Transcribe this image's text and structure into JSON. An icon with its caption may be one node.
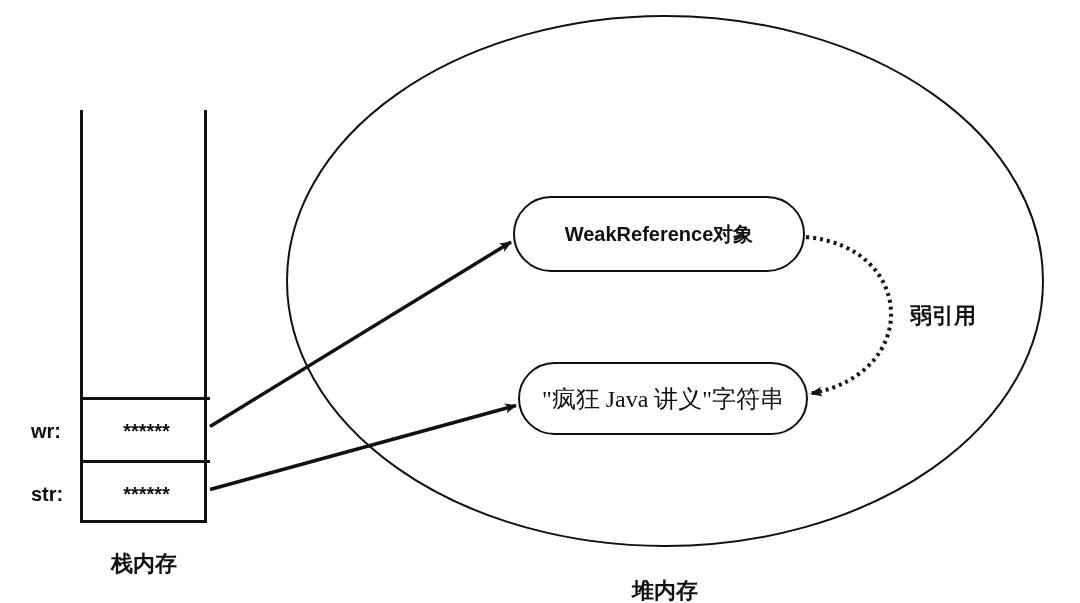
{
  "diagram": {
    "nodes": [
      {
        "text": [
          "栈内存"
        ]
      },
      {
        "text": [
          "******"
        ],
        "beside": [
          "wr:"
        ],
        "in": 0
      },
      {
        "text": [
          "******"
        ],
        "beside": [
          "str:"
        ],
        "in": 0
      },
      {
        "text": [
          "堆内存"
        ]
      },
      {
        "text": [
          "WeakReference对象"
        ],
        "in": 3
      },
      {
        "text": [
          "\"疯狂 Java 讲义\"字符串"
        ],
        "in": 3
      }
    ],
    "edges": [
      {
        "from": 1,
        "to": 4,
        "arrow": "to"
      },
      {
        "from": 2,
        "to": 5,
        "arrow": "to"
      },
      {
        "from": 4,
        "to": 5,
        "arrow": "to",
        "style": "dashed",
        "label": "弱引用"
      }
    ]
  }
}
